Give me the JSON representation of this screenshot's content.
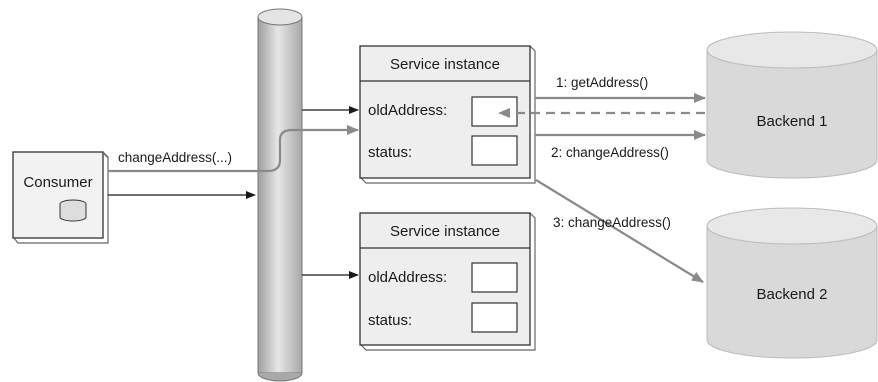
{
  "consumer": {
    "label": "Consumer"
  },
  "service_instances": [
    {
      "title": "Service instance",
      "fields": [
        "oldAddress:",
        "status:"
      ]
    },
    {
      "title": "Service instance",
      "fields": [
        "oldAddress:",
        "status:"
      ]
    }
  ],
  "backends": [
    {
      "label": "Backend 1"
    },
    {
      "label": "Backend 2"
    }
  ],
  "edges": {
    "change_address_call": "changeAddress(...)",
    "get_address": "1: getAddress()",
    "change_address_backend1": "2: changeAddress()",
    "change_address_backend2": "3: changeAddress()"
  },
  "colors": {
    "box_fill": "#eeeeee",
    "box_stroke": "#333333",
    "pipe_fill": "#c8c8c8",
    "cylinder_fill": "#d9d9d9",
    "arrow_gray": "#8a8a8a",
    "arrow_black": "#1a1a1a"
  }
}
